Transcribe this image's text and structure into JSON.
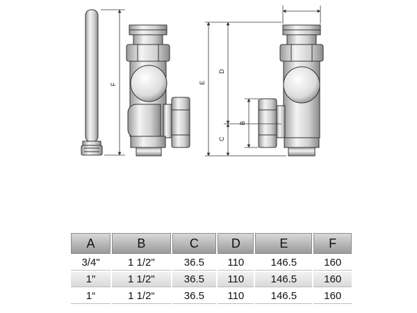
{
  "dimension_labels": {
    "tube_height": "F",
    "overall_height": "E",
    "top_section": "D",
    "bottom_section": "C",
    "side_port": "B"
  },
  "spec_table": {
    "headers": [
      "A",
      "B",
      "C",
      "D",
      "E",
      "F"
    ],
    "rows": [
      [
        "3/4\"",
        "1 1/2\"",
        "36.5",
        "110",
        "146.5",
        "160"
      ],
      [
        "1\"",
        "1 1/2\"",
        "36.5",
        "110",
        "146.5",
        "160"
      ],
      [
        "1“",
        "1 1/2“",
        "36.5",
        "110",
        "146.5",
        "160"
      ]
    ]
  },
  "colors": {
    "line": "#333333",
    "metal": "#e6e6e6",
    "header": "#a9a9a9"
  }
}
